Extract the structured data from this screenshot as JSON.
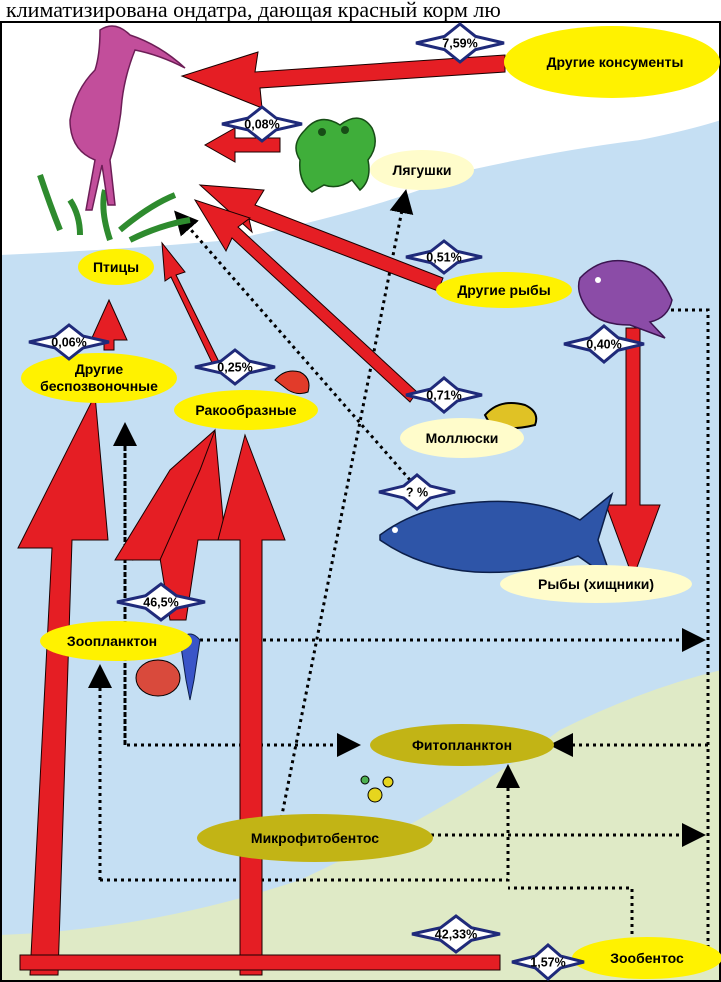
{
  "caption": "климатизирована ондатра, дающая красный корм лю",
  "nodes": {
    "other_consumers": "Другие консументы",
    "frogs": "Лягушки",
    "birds": "Птицы",
    "other_fish": "Другие рыбы",
    "other_invertebrates_1": "Другие",
    "other_invertebrates_2": "беспозвоночные",
    "crustaceans": "Ракообразные",
    "molluscs": "Моллюски",
    "predatory_fish": "Рыбы (хищники)",
    "zooplankton": "Зоопланктон",
    "phytoplankton": "Фитопланктон",
    "microphytobenthos": "Микрофитобентос",
    "zoobenthos": "Зообентос"
  },
  "percentages": {
    "other_consumers_to_birds": "7,59%",
    "frogs_to_birds": "0,08%",
    "other_fish_to_birds": "0,51%",
    "other_invertebrates_to_birds": "0,06%",
    "crustaceans_to_birds": "0,25%",
    "molluscs_to_birds": "0,71%",
    "other_fish_to_predatory_fish": "0,40%",
    "unknown_to_birds": "? %",
    "zooplankton_share": "46,5%",
    "zoobenthos_share": "42,33%",
    "zoobenthos_small_share": "1,57%"
  },
  "colors": {
    "water": "#c5dff3",
    "sediment": "#dfeac6",
    "arrow": "#e51e24",
    "label_yellow": "#fff200",
    "label_olive": "#c2b415",
    "label_cream": "#fffccb",
    "diamond_stroke": "#1f2a7a"
  },
  "icons": {
    "heron": "pink-wading-bird-icon",
    "frog": "green-frog-icon",
    "fish": "purple-fish-icon",
    "predator": "blue-fish-icon",
    "mussel": "mussel-icon",
    "shrimp": "shrimp-icon",
    "zooplankton": "zooplankton-icon",
    "phytoplankton": "algae-icon"
  }
}
